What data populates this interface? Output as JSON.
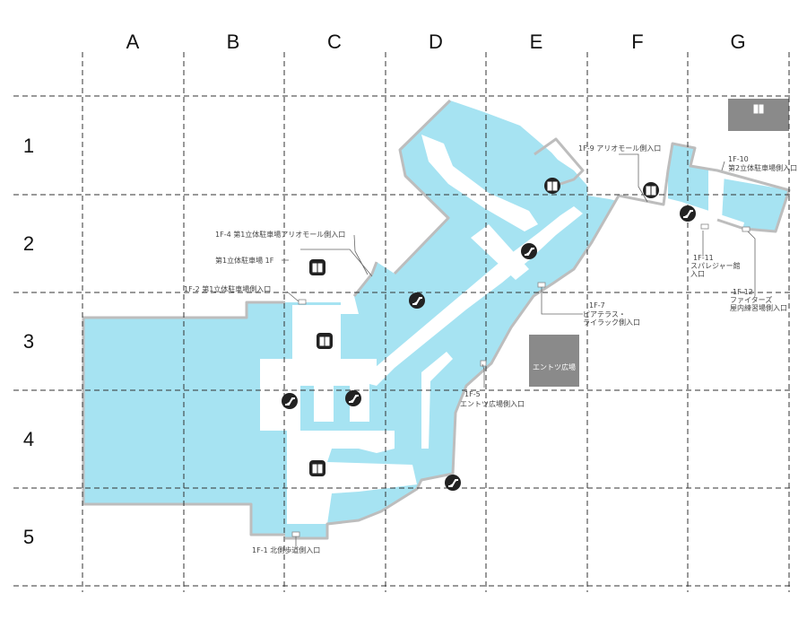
{
  "grid": {
    "columns": [
      "A",
      "B",
      "C",
      "D",
      "E",
      "F",
      "G"
    ],
    "rows": [
      "1",
      "2",
      "3",
      "4",
      "5"
    ]
  },
  "colors": {
    "floor": "#a6e3f2",
    "corridor": "#ffffff",
    "outline": "#bdbdbd",
    "external_block": "#8a8a8a",
    "icon": "#222222"
  },
  "entrances": {
    "e1": "1F-1 北側歩道側入口",
    "e2": "1F-2 第1立体駐車場側入口",
    "e4": "1F-4 第1立体駐車場アリオモール側入口",
    "e4b": "第1立体駐車場 1F",
    "e5a": "1F-5",
    "e5b": "エントツ広場側入口",
    "e7a": "1F-7",
    "e7b": "ピアテラス・",
    "e7c": "ライラック側入口",
    "e9": "1F-9 アリオモール側入口",
    "e10a": "1F-10",
    "e10b": "第2立体駐車場側入口",
    "e11a": "1F-11",
    "e11b": "スパレジャー館",
    "e11c": "入口",
    "e12a": "1F-12",
    "e12b": "ファイターズ",
    "e12c": "屋内練習場側入口"
  },
  "areas": {
    "entotsu": "エントツ広場"
  },
  "icons": [
    {
      "type": "elevator-icon"
    },
    {
      "type": "escalator-icon"
    }
  ]
}
